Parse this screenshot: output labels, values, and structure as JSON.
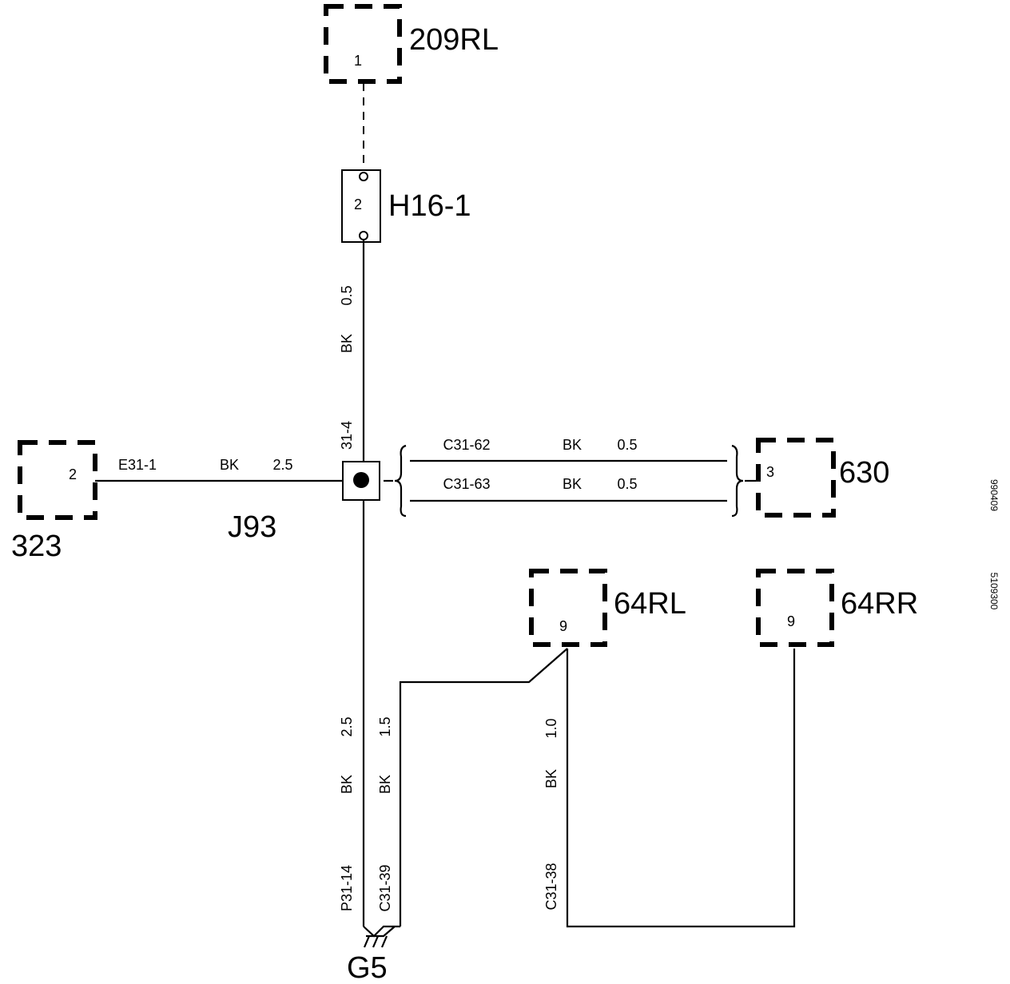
{
  "components": {
    "c209rl": {
      "name": "209RL",
      "pin": "1"
    },
    "h16": {
      "name": "H16-1",
      "pin": "2"
    },
    "c323": {
      "name": "323",
      "pin": "2"
    },
    "c630": {
      "name": "630",
      "pin": "3"
    },
    "c64rl": {
      "name": "64RL",
      "pin": "9"
    },
    "c64rr": {
      "name": "64RR",
      "pin": "9"
    },
    "splice": {
      "name": "J93"
    },
    "ground": {
      "name": "G5"
    }
  },
  "wires": {
    "h16_to_j93": {
      "color": "BK",
      "size": "0.5"
    },
    "e31": {
      "terminal": "E31-1",
      "color": "BK",
      "size": "2.5"
    },
    "j93_pin": {
      "terminal": "31-4"
    },
    "c3162": {
      "terminal": "C31-62",
      "color": "BK",
      "size": "0.5"
    },
    "c3163": {
      "terminal": "C31-63",
      "color": "BK",
      "size": "0.5"
    },
    "p3114": {
      "terminal": "P31-14",
      "color": "BK",
      "size": "2.5"
    },
    "c3139": {
      "terminal": "C31-39",
      "color": "BK",
      "size": "1.5"
    },
    "c3138": {
      "terminal": "C31-38",
      "color": "BK",
      "size": "1.0"
    }
  },
  "side_codes": {
    "upper": "990409",
    "lower": "5109300"
  }
}
